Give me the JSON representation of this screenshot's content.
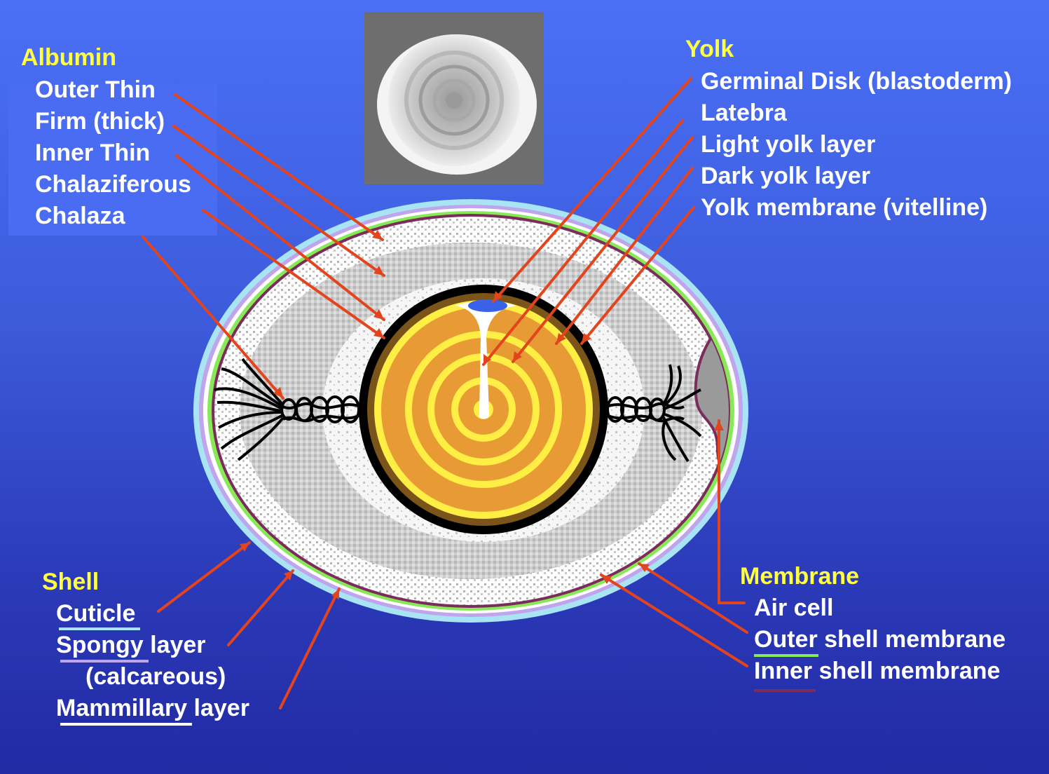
{
  "albumin": {
    "heading": "Albumin",
    "items": [
      "Outer Thin",
      "Firm (thick)",
      "Inner Thin",
      "Chalaziferous",
      "Chalaza"
    ]
  },
  "yolk": {
    "heading": "Yolk",
    "items": [
      "Germinal Disk (blastoderm)",
      "Latebra",
      "Light yolk layer",
      "Dark yolk layer",
      "Yolk membrane (vitelline)"
    ]
  },
  "shell": {
    "heading": "Shell",
    "cuticle": "Cuticle",
    "spongy_underlined": "Spongy",
    "spongy_rest": " layer",
    "spongy_sub": "(calcareous)",
    "mammillary_underlined": "Mammillary",
    "mammillary_rest": " layer"
  },
  "membrane": {
    "heading": "Membrane",
    "air_cell": "Air cell",
    "outer_underlined": "Outer",
    "outer_rest": " shell membrane",
    "inner_underlined": "Inner",
    "inner_rest": " shell membrane"
  },
  "colors": {
    "heading": "#ffff44",
    "label": "#ffffff",
    "arrow": "#e2441e",
    "cuticle": "#a8e4f4",
    "spongy": "#c0a4ec",
    "mammillary": "#ffffff",
    "outer_membrane": "#88e858",
    "inner_membrane": "#7a2c5a",
    "yolk_light": "#ffee44",
    "yolk_dark": "#e89a34",
    "germinal_disk": "#3a62e8",
    "air_cell": "#9a9a9a"
  }
}
